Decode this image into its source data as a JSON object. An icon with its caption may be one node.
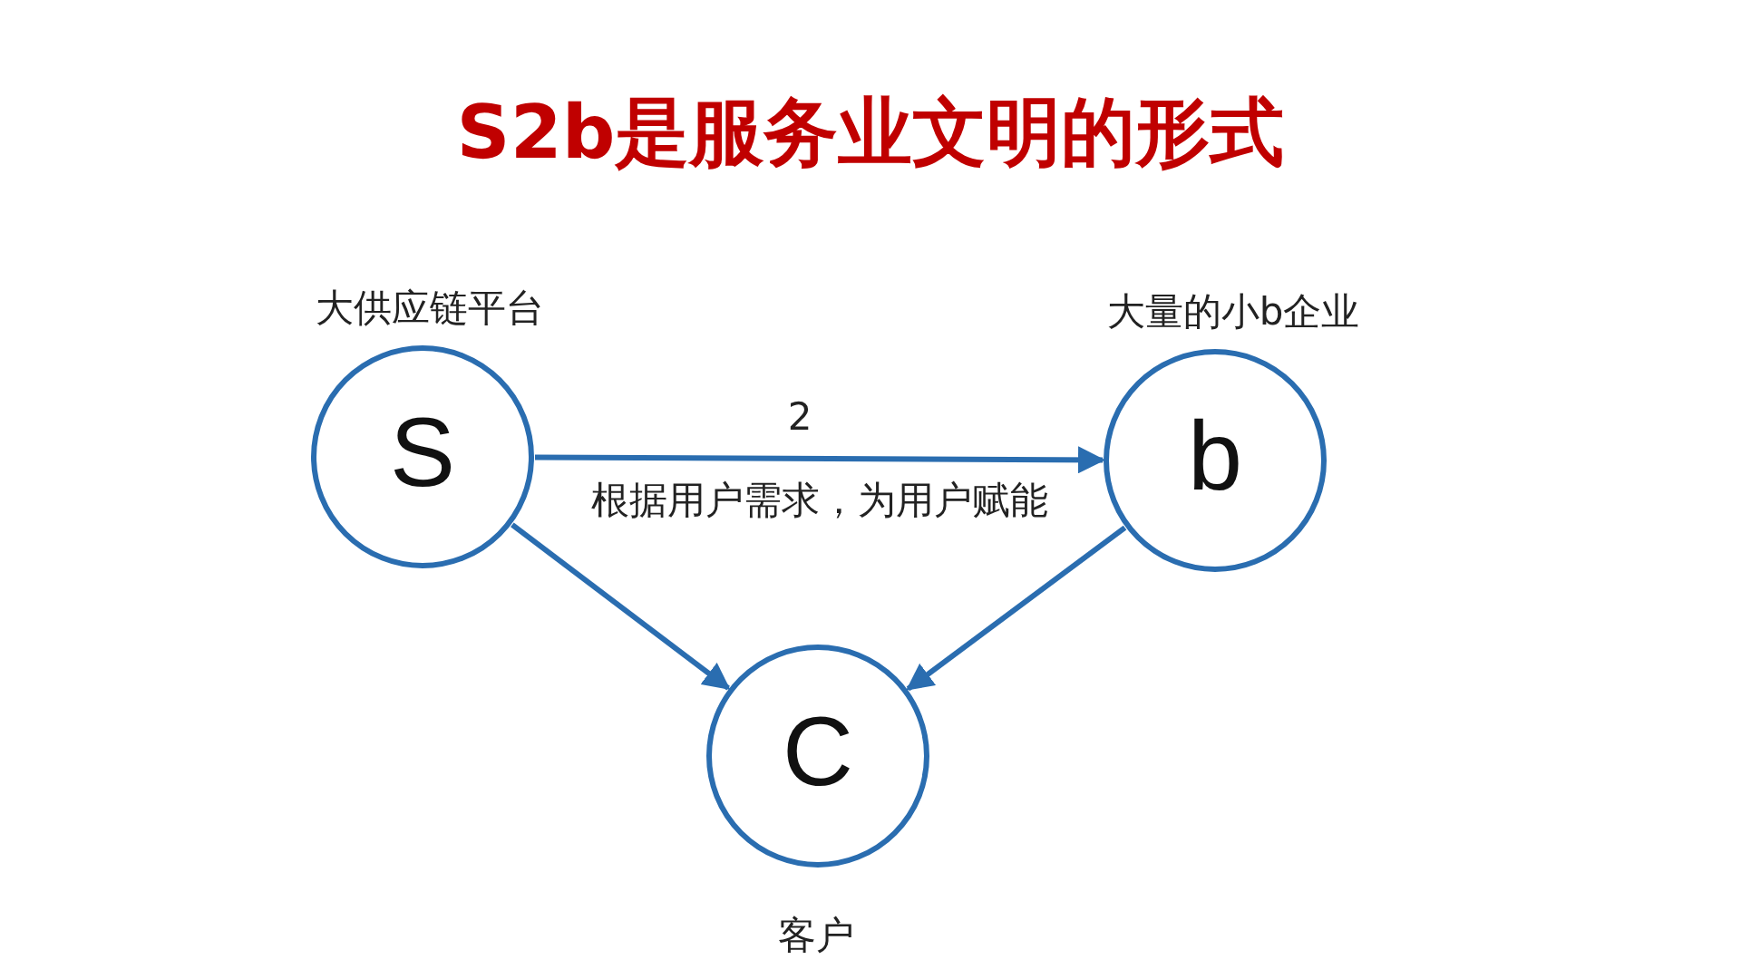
{
  "diagram": {
    "title": "S2b是服务业文明的形式",
    "nodes": [
      {
        "text": [
          "S"
        ],
        "beside": [
          "大供应链平台"
        ]
      },
      {
        "text": [
          "b"
        ],
        "beside": [
          "大量的小b企业"
        ]
      },
      {
        "text": [
          "C"
        ],
        "beside": [
          "客户"
        ]
      }
    ],
    "edges": [
      {
        "from": 0,
        "to": 1,
        "arrow": "to",
        "label": "2"
      },
      {
        "from": 0,
        "to": 2,
        "arrow": "to"
      },
      {
        "from": 1,
        "to": 2,
        "arrow": "to"
      }
    ],
    "labels": [
      "根据用户需求，为用户赋能"
    ]
  }
}
